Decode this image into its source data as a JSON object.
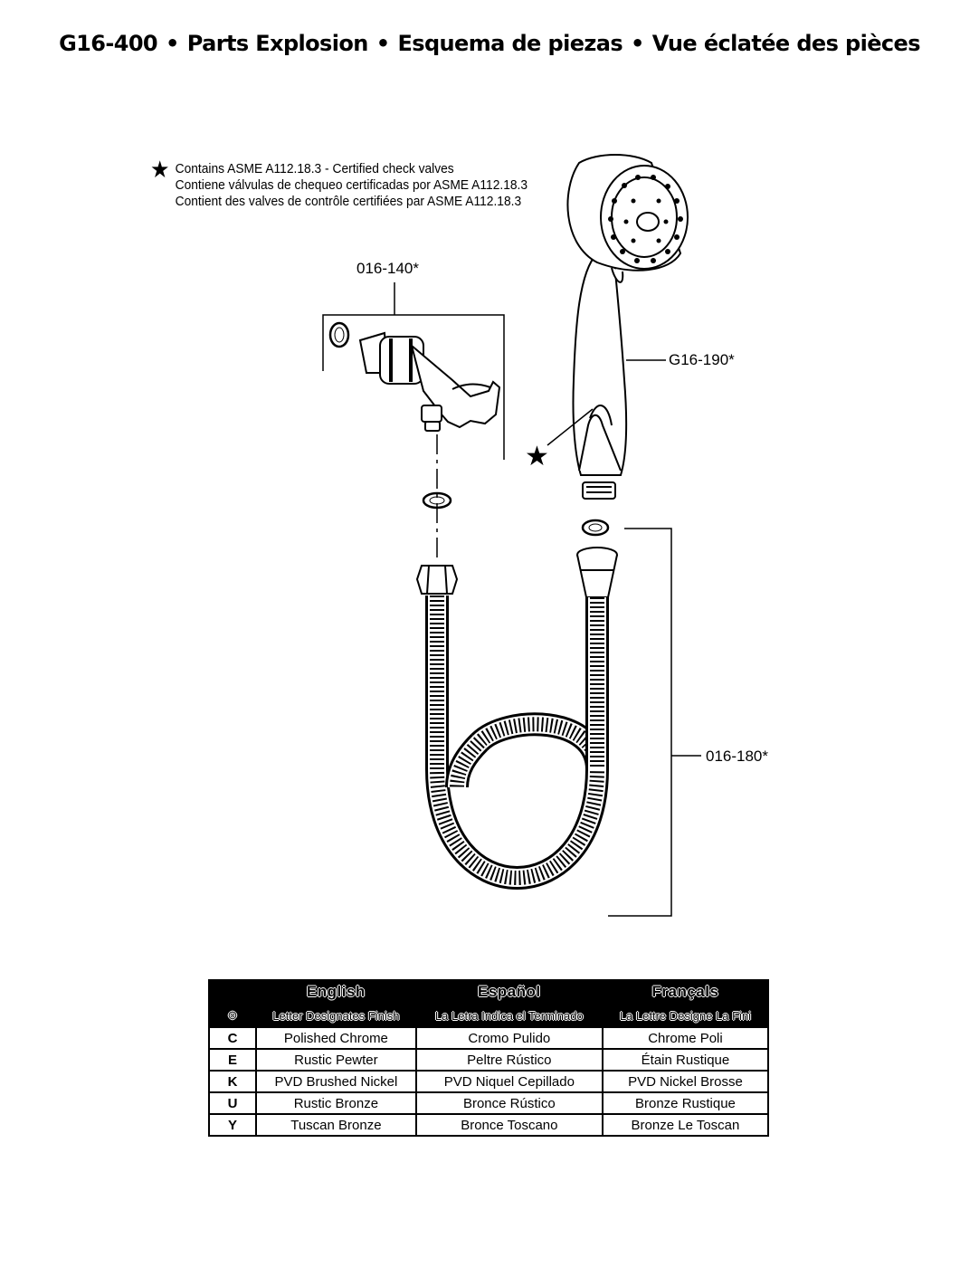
{
  "header": {
    "model": "G16-400",
    "titles": [
      "Parts Explosion",
      "Esquema de piezas",
      "Vue éclatée des pièces"
    ],
    "separator": "•"
  },
  "note": {
    "icon": "star-icon",
    "lines": [
      "Contains ASME A112.18.3 - Certified check valves",
      "Contiene válvulas de chequeo certificadas por ASME A112.18.3",
      "Contient des valves de contrôle certifiées par ASME A112.18.3"
    ]
  },
  "parts": {
    "holder": "016-140*",
    "handshower": "G16-190*",
    "hose": "016-180*"
  },
  "finish_table": {
    "languages": [
      "English",
      "Español",
      "Françals"
    ],
    "marker_icon": "circle-dot-icon",
    "subheaders": [
      "Letter Designates Finish",
      "La Letra Indica el Terminado",
      "La Lettre Designe La Fini"
    ],
    "rows": [
      {
        "code": "C",
        "en": "Polished Chrome",
        "es": "Cromo Pulido",
        "fr": "Chrome Poli"
      },
      {
        "code": "E",
        "en": "Rustic Pewter",
        "es": "Peltre Rústico",
        "fr": "Étain Rustique"
      },
      {
        "code": "K",
        "en": "PVD Brushed Nickel",
        "es": "PVD Niquel Cepillado",
        "fr": "PVD Nickel Brosse"
      },
      {
        "code": "U",
        "en": "Rustic Bronze",
        "es": "Bronce Rústico",
        "fr": "Bronze Rustique"
      },
      {
        "code": "Y",
        "en": "Tuscan Bronze",
        "es": "Bronce Toscano",
        "fr": "Bronze Le Toscan"
      }
    ]
  }
}
